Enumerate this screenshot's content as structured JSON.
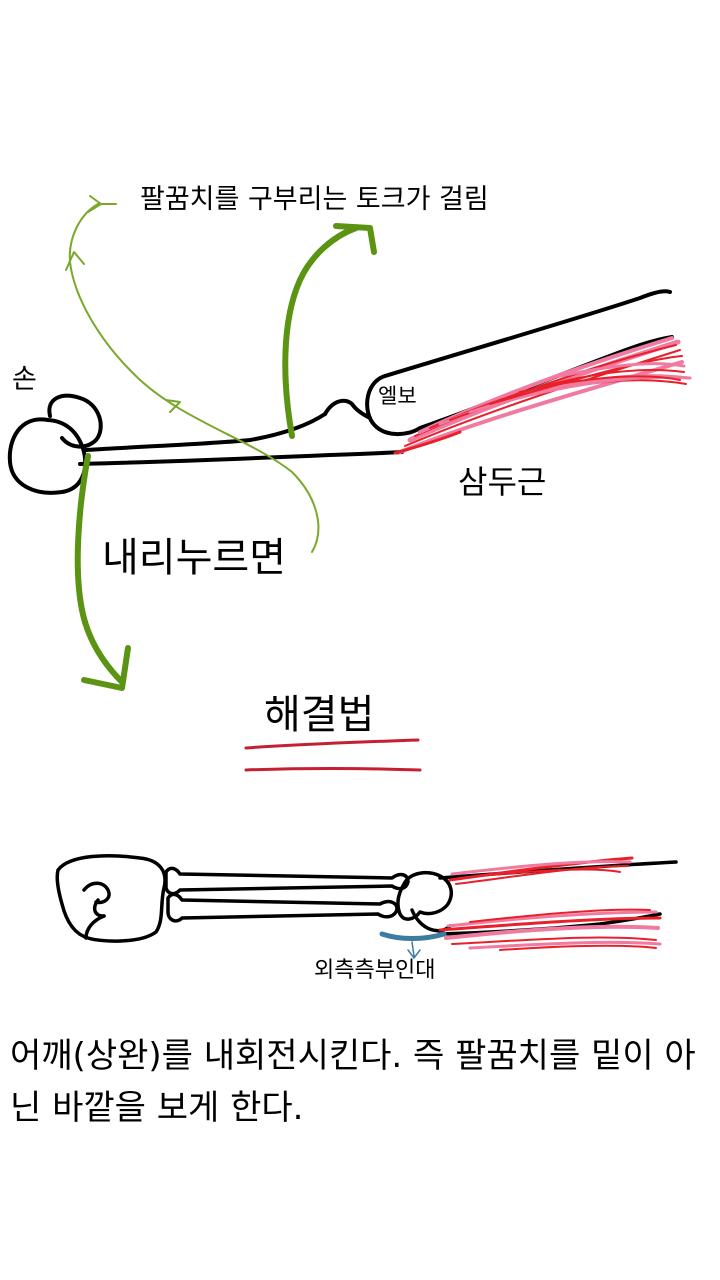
{
  "colors": {
    "ink": "#000000",
    "arrow_green": "#5a9412",
    "thin_green": "#7aa82a",
    "muscle_red": "#e8202a",
    "muscle_pink": "#f07aa0",
    "underline_red": "#c42030",
    "ligament_blue": "#3c7ca0"
  },
  "labels": {
    "top_note": "팔꿈치를 구부리는 토크가 걸림",
    "hand": "손",
    "elbow": "엘보",
    "triceps": "삼두근",
    "press_down": "내리누르면",
    "solution": "해결법",
    "ligament": "외측측부인대",
    "explanation": "어깨(상완)를 내회전시킨다. 즉 팔꿈치를 밑이 아닌 바깥을 보게 한다."
  }
}
